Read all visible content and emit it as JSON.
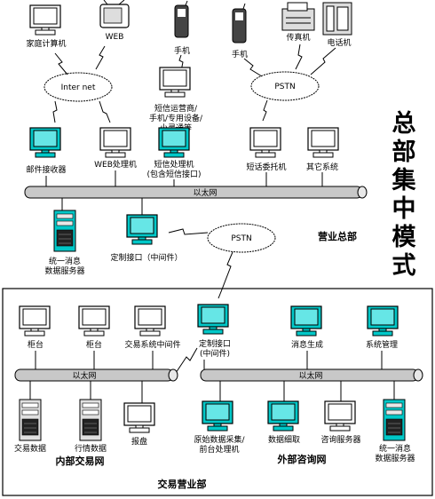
{
  "colors": {
    "monitor_cyan": "#00c8c8",
    "bus_gray": "#c8c8c8",
    "outline": "#000000"
  },
  "title_vertical": [
    "总",
    "部",
    "集",
    "中",
    "模",
    "式"
  ],
  "top_section": {
    "devices": {
      "home_pc": "家庭计算机",
      "web": "WEB",
      "mobile_top": "手机",
      "mobile_right": "手机",
      "fax": "传真机",
      "telephone": "电话机",
      "gateway": [
        "短信运营商/",
        "手机/专用设备/",
        "小灵通等"
      ]
    },
    "clouds": {
      "internet": "Inter net",
      "pstn_top": "PSTN"
    },
    "servers": {
      "mail": "邮件接收器",
      "web_proc": "WEB处理机",
      "sms_proc": [
        "短信处理机",
        "(包含短信接口)"
      ],
      "voice": "短话委托机",
      "other": "其它系统"
    },
    "ethernet": "以太网",
    "msg_server": [
      "统一消息",
      "数据服务器"
    ],
    "custom_iface": "定制接口（中间件）",
    "pstn_mid": "PSTN",
    "hq_label": "营业总部"
  },
  "bottom_section": {
    "left": {
      "counter1": "柜台",
      "counter2": "柜台",
      "trade_mw": "交易系统中间件",
      "ethernet": "以太网",
      "trade_db": "交易数据",
      "quote_db": "行情数据",
      "report": "报盘"
    },
    "center": {
      "custom_iface": [
        "定制接口",
        "(中间件)"
      ]
    },
    "right": {
      "msg_gen": "消息生成",
      "sys_mgmt": "系统管理",
      "ethernet": "以太网",
      "raw_collect": [
        "原始数据采集/",
        "前台处理机"
      ],
      "data_fetch": "数据细取",
      "consult_server": "咨询服务器",
      "msg_server": [
        "统一消息",
        "数据服务器"
      ]
    },
    "inner_net_label": "内部交易网",
    "outer_net_label": "外部咨询网",
    "dept_label": "交易营业部"
  }
}
